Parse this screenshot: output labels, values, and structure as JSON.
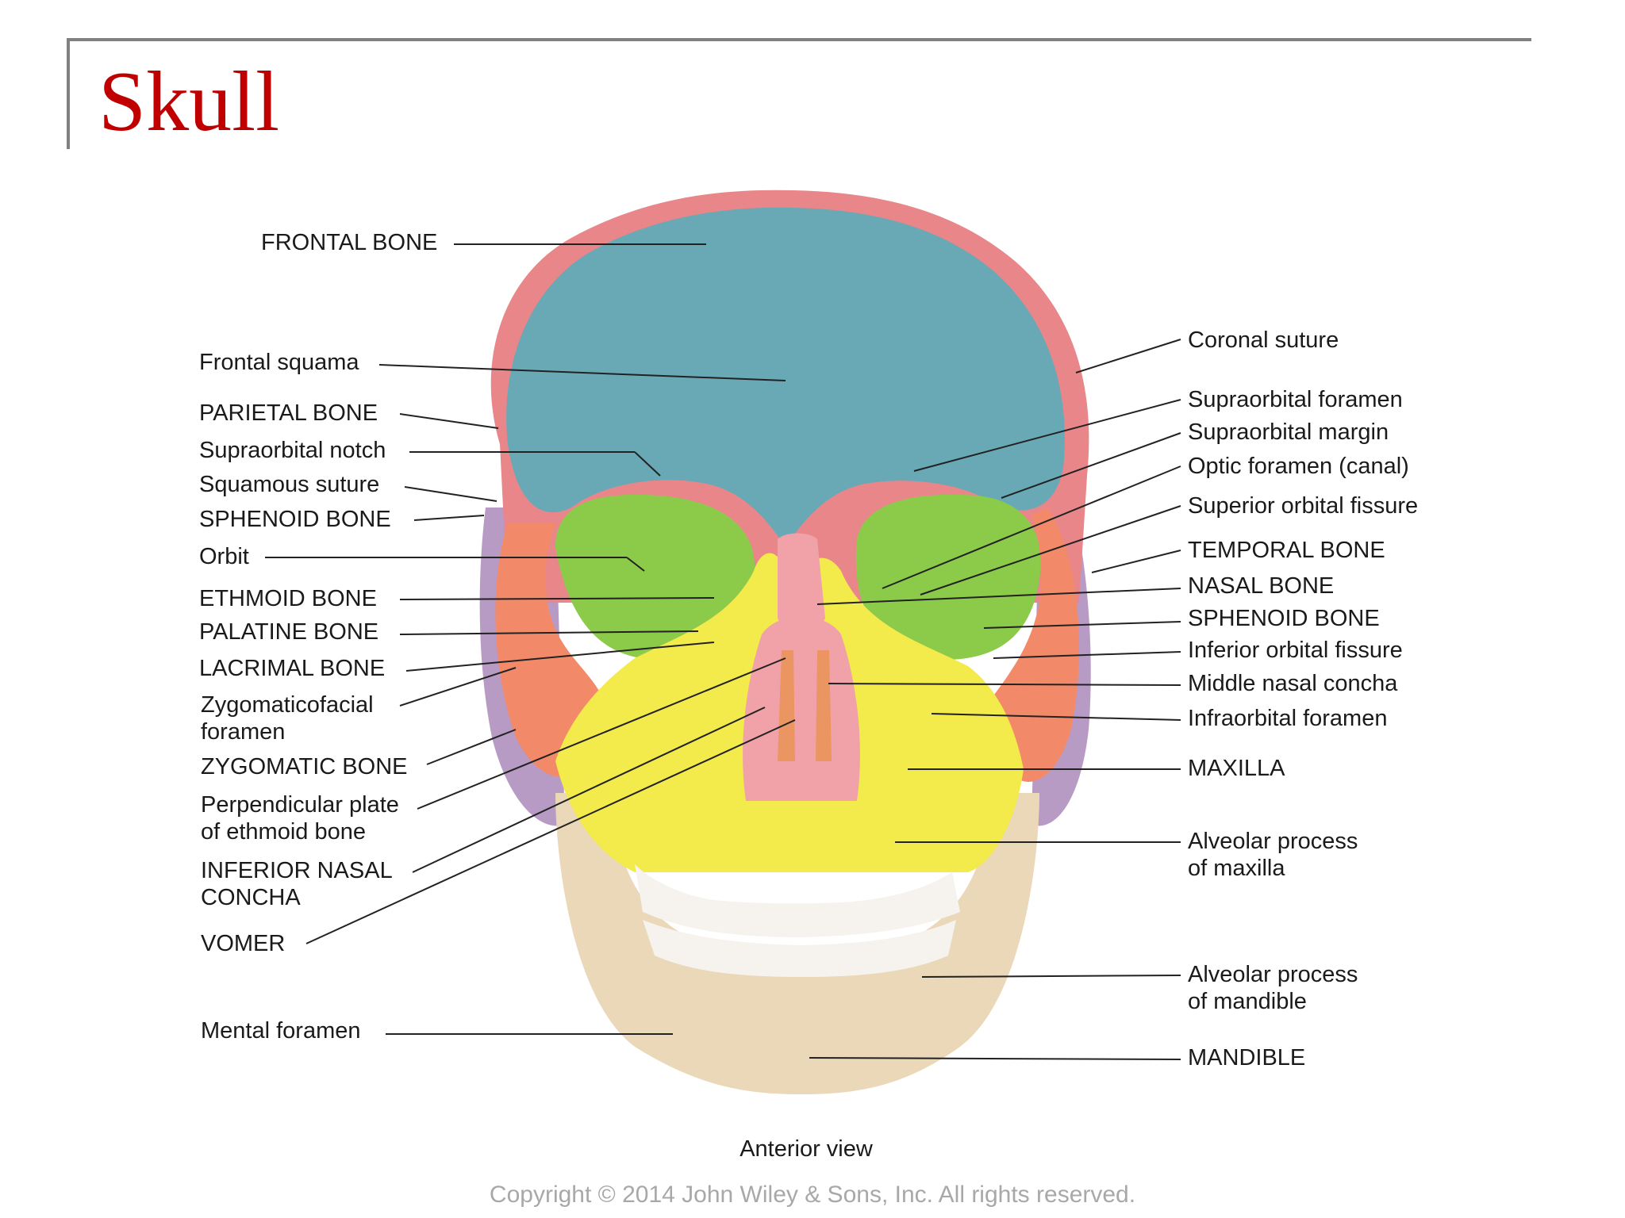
{
  "slide": {
    "title": "Skull"
  },
  "figure": {
    "caption": "Anterior view",
    "copyright": "Copyright © 2014 John Wiley & Sons, Inc. All rights reserved.",
    "colors": {
      "frontal": "#69a9b5",
      "parietal": "#e8868a",
      "sphenoid": "#8ccb4a",
      "temporal": "#b89bc4",
      "zygomatic": "#f28a6a",
      "maxilla": "#f3ea4c",
      "nasal": "#f0a2a8",
      "concha": "#ea9562",
      "mandible": "#ead8b8",
      "teeth": "#f6f3ee"
    },
    "labels_left": {
      "frontal_bone": "FRONTAL BONE",
      "frontal_squama": "Frontal squama",
      "parietal_bone": "PARIETAL BONE",
      "supraorbital_notch": "Supraorbital notch",
      "squamous_suture": "Squamous suture",
      "sphenoid_bone": "SPHENOID BONE",
      "orbit": "Orbit",
      "ethmoid_bone": "ETHMOID BONE",
      "palatine_bone": "PALATINE BONE",
      "lacrimal_bone": "LACRIMAL BONE",
      "zygomaticofacial_1": "Zygomaticofacial",
      "zygomaticofacial_2": "foramen",
      "zygomatic_bone": "ZYGOMATIC BONE",
      "perpendicular_1": "Perpendicular plate",
      "perpendicular_2": "of ethmoid bone",
      "inferior_nasal_1": "INFERIOR NASAL",
      "inferior_nasal_2": "CONCHA",
      "vomer": "VOMER",
      "mental_foramen": "Mental foramen"
    },
    "labels_right": {
      "coronal_suture": "Coronal suture",
      "supraorbital_foramen": "Supraorbital foramen",
      "supraorbital_margin": "Supraorbital margin",
      "optic_foramen": "Optic foramen (canal)",
      "superior_orbital_fissure": "Superior orbital fissure",
      "temporal_bone": "TEMPORAL BONE",
      "nasal_bone": "NASAL BONE",
      "sphenoid_bone": "SPHENOID BONE",
      "inferior_orbital_fissure": "Inferior orbital fissure",
      "middle_nasal_concha": "Middle nasal concha",
      "infraorbital_foramen": "Infraorbital foramen",
      "maxilla": "MAXILLA",
      "alveolar_maxilla_1": "Alveolar process",
      "alveolar_maxilla_2": "of maxilla",
      "alveolar_mandible_1": "Alveolar process",
      "alveolar_mandible_2": "of mandible",
      "mandible": "MANDIBLE"
    }
  }
}
